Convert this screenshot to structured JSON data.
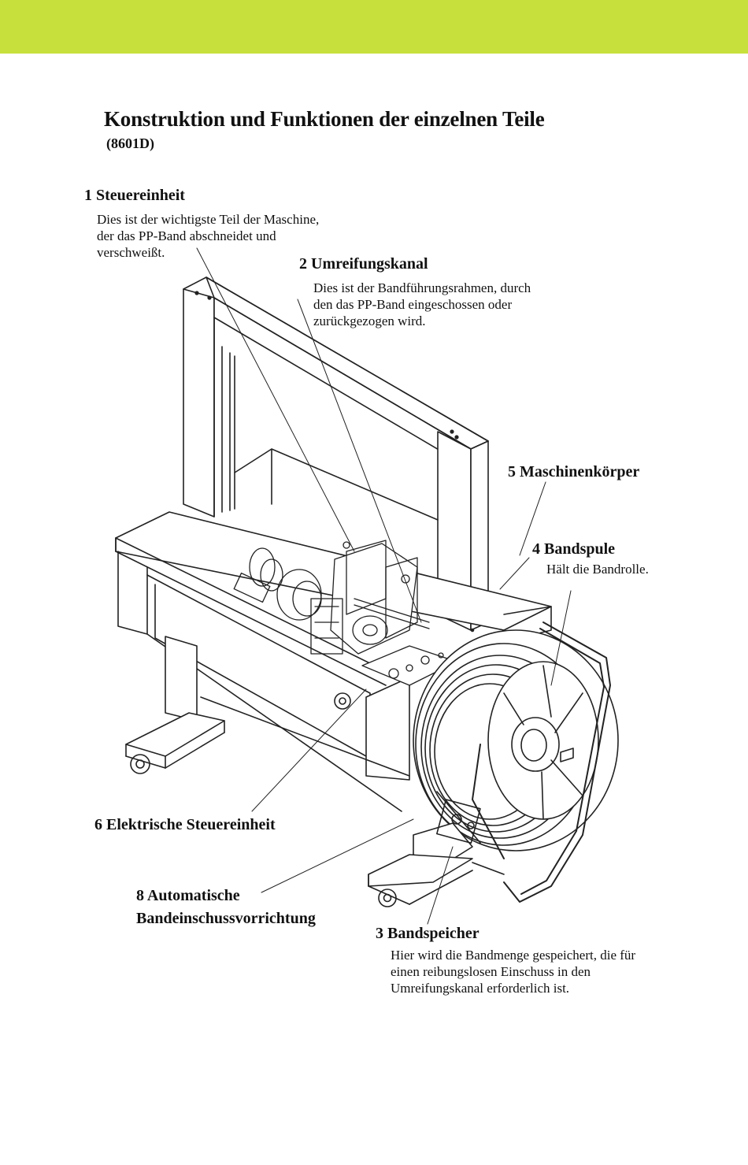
{
  "page": {
    "title": "Konstruktion und Funktionen  der einzelnen Teile",
    "subtitle": "(8601D)"
  },
  "colors": {
    "header_bar": "#c8e03c"
  },
  "parts": {
    "p1": {
      "label": "1 Steuereinheit",
      "desc": [
        "Dies ist der wichtigste Teil der Maschine,",
        "der das PP-Band abschneidet und",
        "verschweißt."
      ]
    },
    "p2": {
      "label": "2 Umreifungskanal",
      "desc": [
        "Dies ist der Bandführungsrahmen, durch",
        "den das PP-Band eingeschossen oder",
        "zurückgezogen wird."
      ]
    },
    "p3": {
      "label": "3 Bandspeicher",
      "desc": [
        "Hier wird die Bandmenge gespeichert, die für",
        "einen reibungslosen Einschuss in den",
        "Umreifungskanal erforderlich ist."
      ]
    },
    "p4": {
      "label": "4 Bandspule",
      "desc": [
        "Hält die Bandrolle."
      ]
    },
    "p5": {
      "label": "5 Maschinenkörper"
    },
    "p6": {
      "label": "6 Elektrische Steuereinheit"
    },
    "p8": {
      "label": [
        "8 Automatische",
        "Bandeinschussvorrichtung"
      ]
    }
  }
}
